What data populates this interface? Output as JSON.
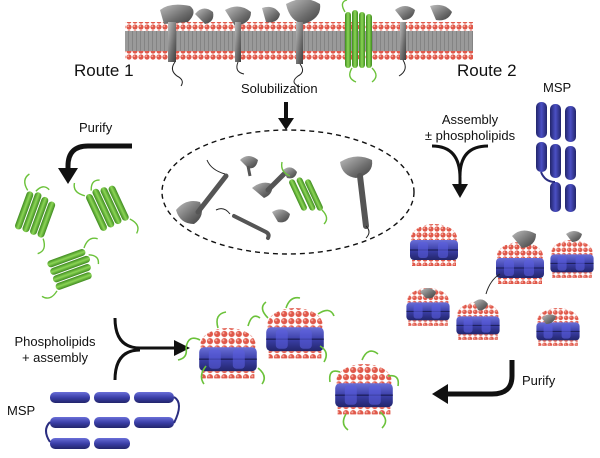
{
  "labels": {
    "route1": "Route 1",
    "route2": "Route 2",
    "solubilization": "Solubilization",
    "purify_left": "Purify",
    "purify_right": "Purify",
    "assembly_line1": "Assembly",
    "assembly_line2": "± phospholipids",
    "msp_right": "MSP",
    "msp_left": "MSP",
    "phospholipids_line1": "Phospholipids",
    "phospholipids_line2": "+ assembly"
  },
  "colors": {
    "lipid_head": "#e0584a",
    "lipid_tail": "#8a8a8a",
    "msp_blue": "#3b3fa8",
    "membrane_protein_green": "#6bc23a",
    "protein_gray": "#7b7b7b",
    "arrow": "#111111"
  }
}
